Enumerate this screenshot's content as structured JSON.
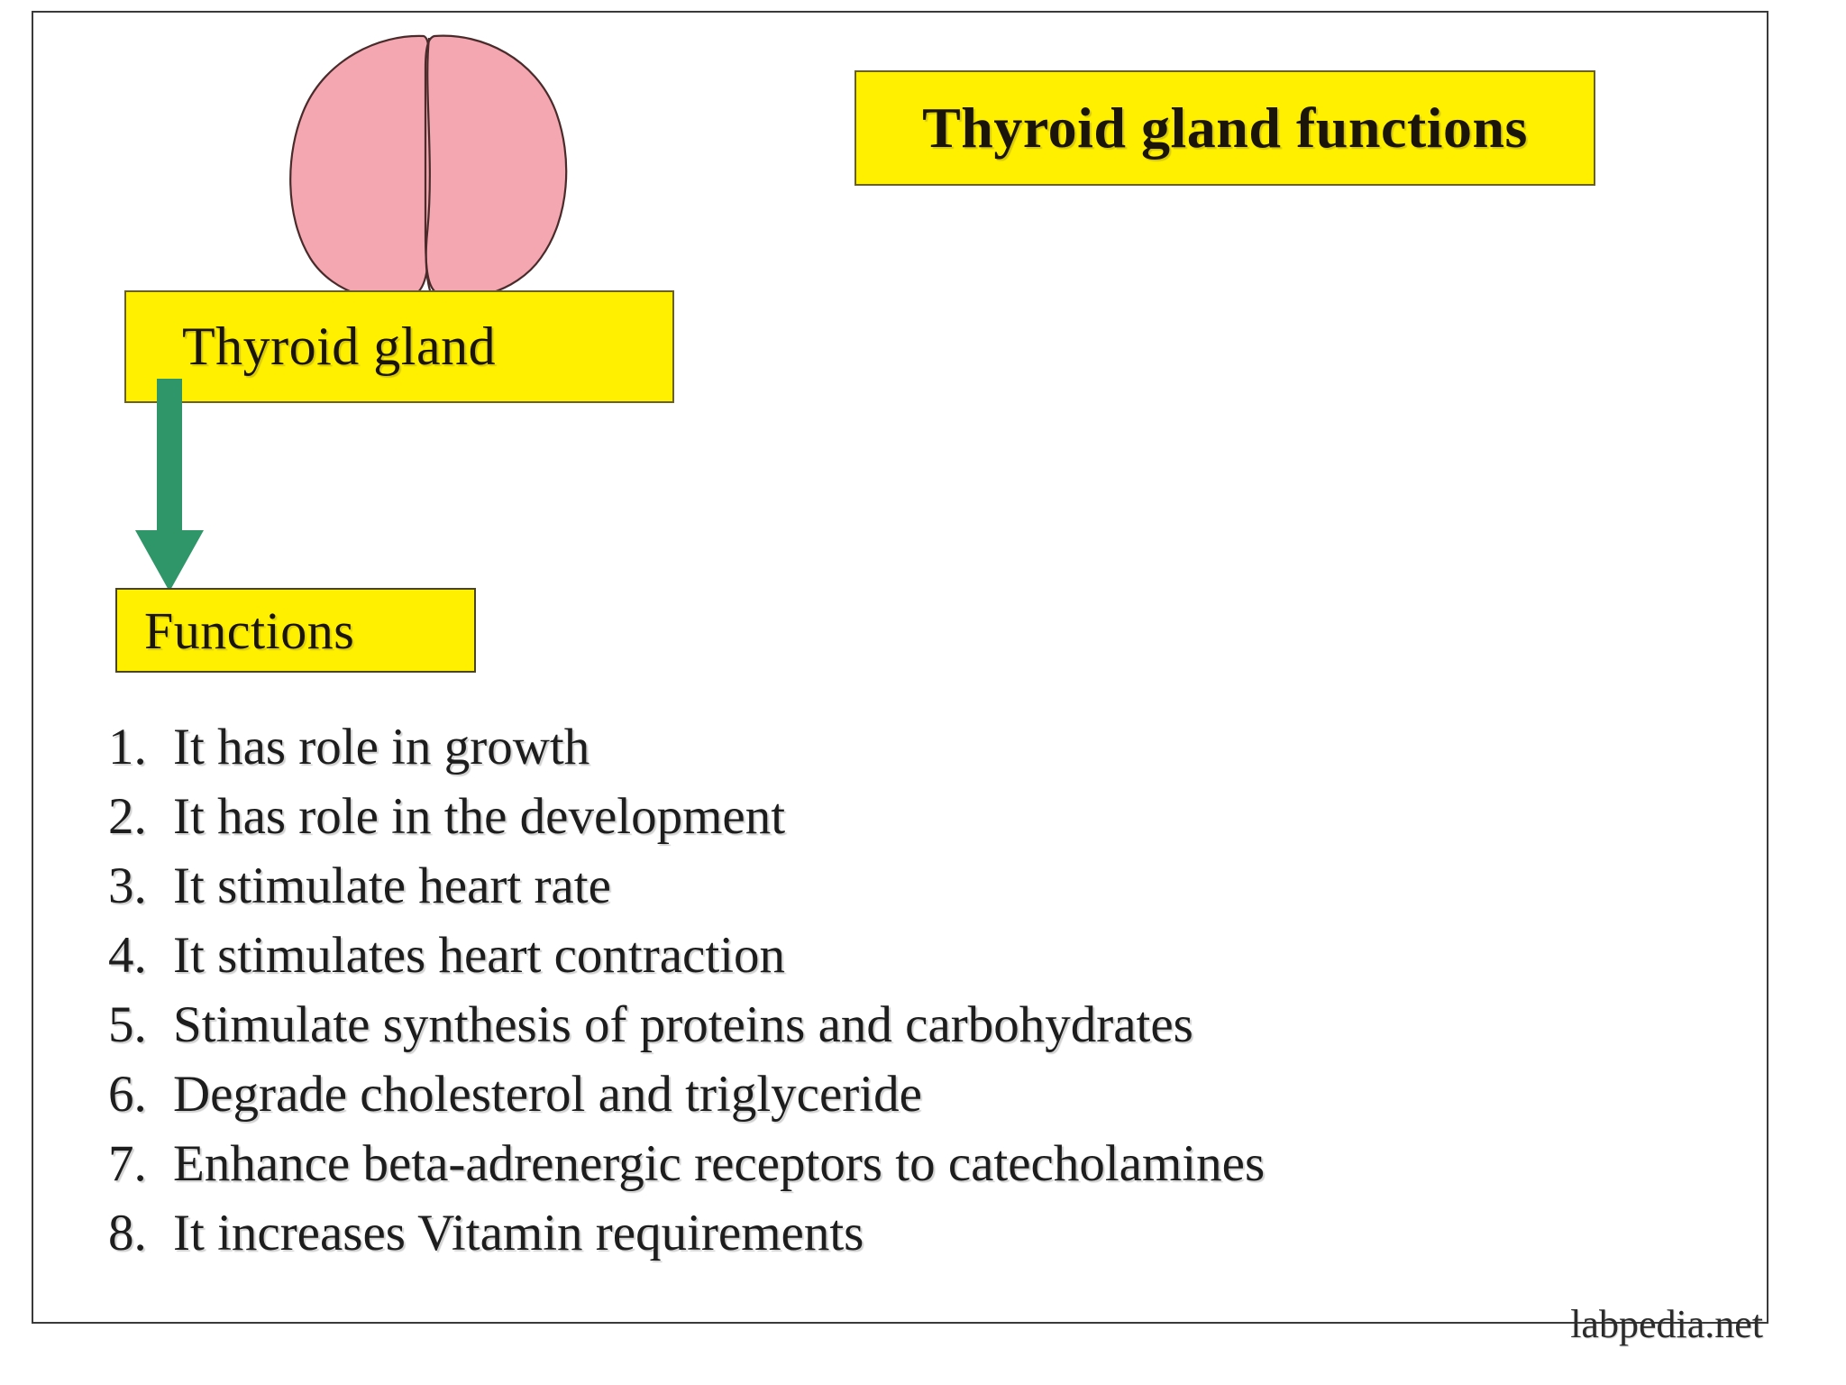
{
  "title": {
    "text": "Thyroid gland functions"
  },
  "gland_label": {
    "text": "Thyroid gland"
  },
  "functions_header": {
    "text": "Functions"
  },
  "functions": [
    {
      "num": "1.",
      "text": "It has role in growth"
    },
    {
      "num": "2.",
      "text": "It has role in the development"
    },
    {
      "num": "3.",
      "text": "It stimulate heart rate"
    },
    {
      "num": "4.",
      "text": "It stimulates heart contraction"
    },
    {
      "num": "5.",
      "text": "Stimulate synthesis of proteins and carbohydrates"
    },
    {
      "num": "6.",
      "text": "Degrade cholesterol and triglyceride"
    },
    {
      "num": "7.",
      "text": "Enhance beta-adrenergic receptors to catecholamines"
    },
    {
      "num": "8.",
      "text": "It increases Vitamin requirements"
    }
  ],
  "watermark": {
    "text": "labpedia.net"
  },
  "illustration": {
    "name": "thyroid-gland-two-lobes",
    "lobe_fill": "#F4A7B0",
    "lobe_outline": "#4a2b2b"
  },
  "arrow": {
    "name": "down-arrow",
    "color": "#2E9668",
    "direction": "down"
  },
  "colors": {
    "box_fill": "#FFF000",
    "box_border": "#6b6023",
    "text": "#1a1508",
    "frame": "#3a3a3a",
    "background": "#ffffff"
  }
}
